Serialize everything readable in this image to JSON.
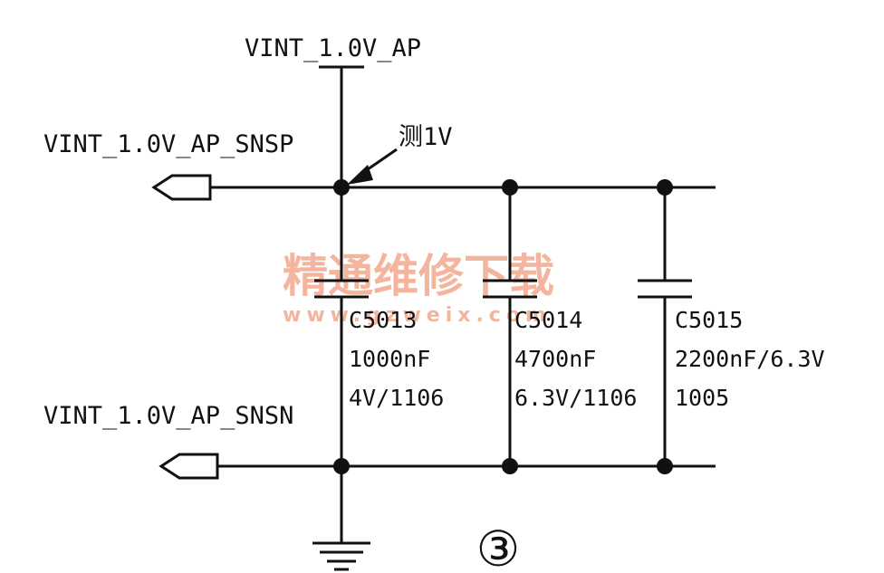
{
  "nets": {
    "supply": "VINT_1.0V_AP",
    "sense_p": "VINT_1.0V_AP_SNSP",
    "sense_n": "VINT_1.0V_AP_SNSN"
  },
  "measurement": "测1V",
  "capacitors": [
    {
      "ref": "C5013",
      "value": "1000nF",
      "rating": "4V/1106"
    },
    {
      "ref": "C5014",
      "value": "4700nF",
      "rating": "6.3V/1106"
    },
    {
      "ref": "C5015",
      "value": "2200nF/6.3V",
      "rating": "1005"
    }
  ],
  "watermark": {
    "title": "精通维修下载",
    "url": "www.gzweix.com",
    "color": "#f3a98f"
  },
  "figure_number": "③"
}
